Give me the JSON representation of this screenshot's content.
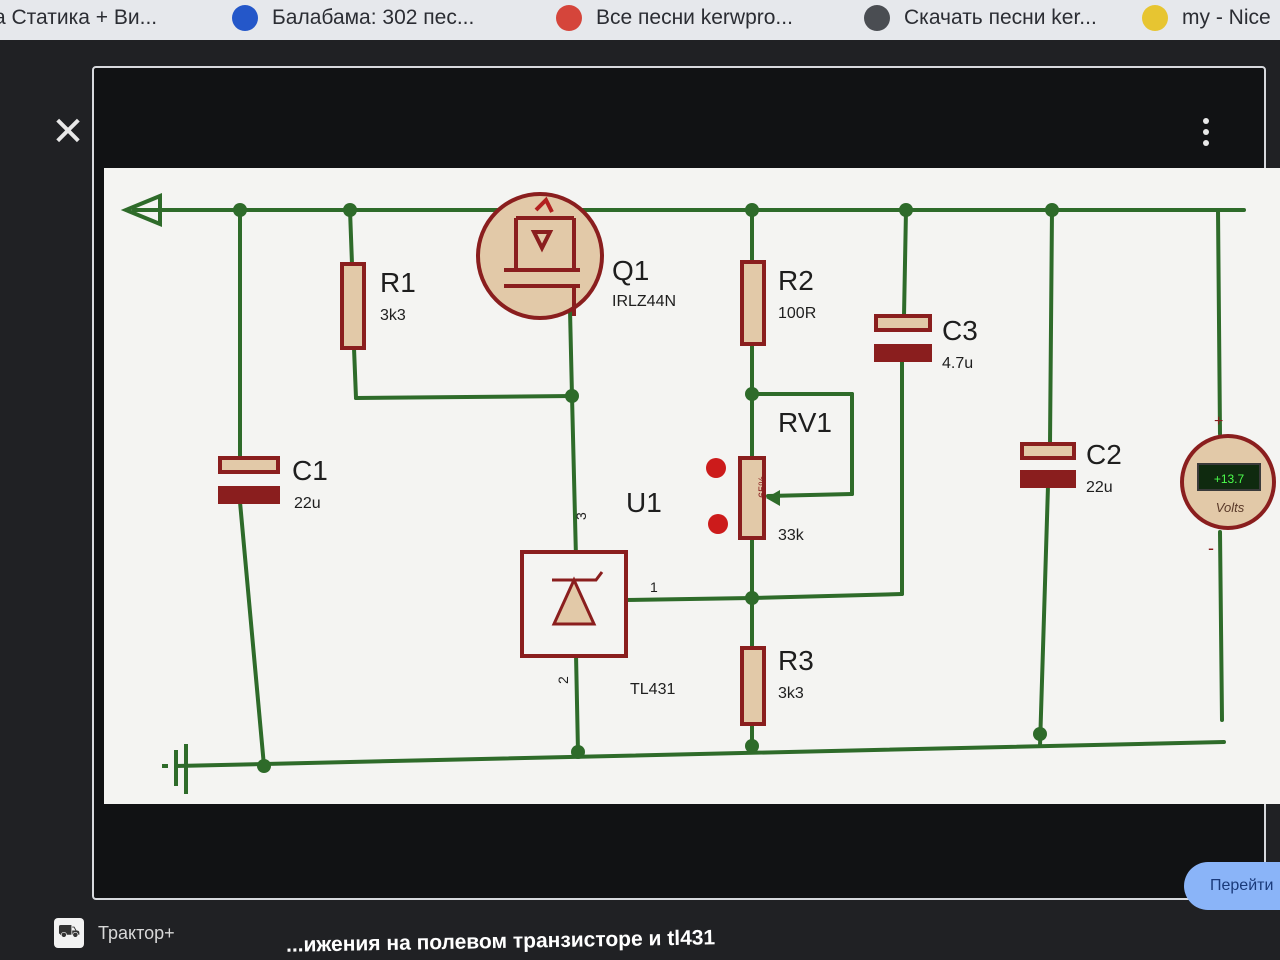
{
  "browser": {
    "tabs": [
      {
        "label": "а Статика + Ви...",
        "icon": "none-icon",
        "color": ""
      },
      {
        "label": "Балабама: 302 пес...",
        "icon": "site-icon",
        "color": "#2457c9"
      },
      {
        "label": "Все песни kerwpro...",
        "icon": "site-icon",
        "color": "#d5453b"
      },
      {
        "label": "Скачать песни ker...",
        "icon": "music-icon",
        "color": "#4a4d52"
      },
      {
        "label": "my - Nice",
        "icon": "smiley-icon",
        "color": "#e7c531"
      }
    ]
  },
  "viewer": {
    "close_icon": "close-icon",
    "menu_icon": "more-vert-icon",
    "go_button": "Перейти",
    "source_name": "Трактор+",
    "caption": "...ижения на полевом транзисторе и tl431"
  },
  "schematic": {
    "colors": {
      "wire": "#2e6b2a",
      "part": "#8a1e1e",
      "fill": "#e2c9a8",
      "paper": "#f4f4f2"
    },
    "components": {
      "q1": {
        "ref": "Q1",
        "value": "IRLZ44N"
      },
      "r1": {
        "ref": "R1",
        "value": "3k3"
      },
      "r2": {
        "ref": "R2",
        "value": "100R"
      },
      "r3": {
        "ref": "R3",
        "value": "3k3"
      },
      "rv1": {
        "ref": "RV1",
        "value": "33k",
        "body": "65%"
      },
      "c1": {
        "ref": "C1",
        "value": "22u"
      },
      "c2": {
        "ref": "C2",
        "value": "22u"
      },
      "c3": {
        "ref": "C3",
        "value": "4.7u"
      },
      "u1": {
        "ref": "U1",
        "value": "TL431",
        "pin_k": "3",
        "pin_a": "2",
        "pin_ref": "1"
      }
    },
    "voltmeter": {
      "reading": "+13.7",
      "unit": "Volts",
      "plus": "+",
      "minus": "-"
    }
  }
}
